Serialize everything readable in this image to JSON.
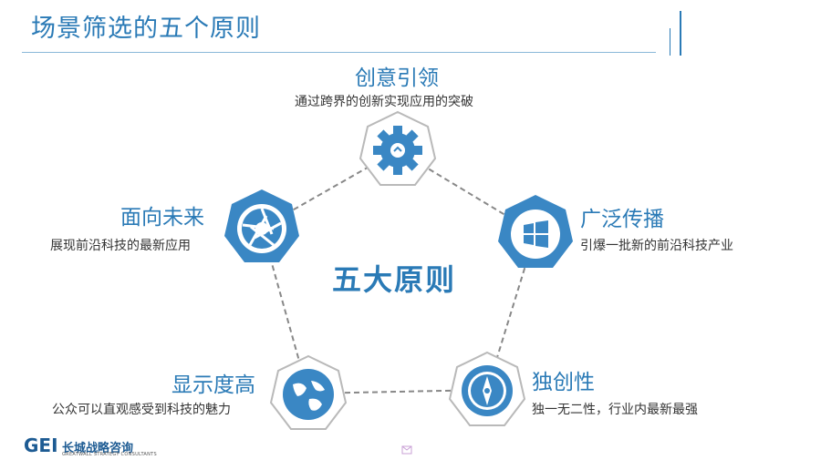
{
  "title": "场景筛选的五个原则",
  "center_label": "五大原则",
  "principles": [
    {
      "title": "创意引领",
      "desc": "通过跨界的创新实现应用的突破"
    },
    {
      "title": "广泛传播",
      "desc": "引爆一批新的前沿科技产业"
    },
    {
      "title": "独创性",
      "desc": "独一无二性，行业内最新最强"
    },
    {
      "title": "显示度高",
      "desc": "公众可以直观感受到科技的魅力"
    },
    {
      "title": "面向未来",
      "desc": "展现前沿科技的最新应用"
    }
  ],
  "footer": {
    "logo_mark": "GEI",
    "logo_name": "长城战略咨询",
    "logo_name_en": "GREATWALL STRATEGY CONSULTANTS"
  },
  "colors": {
    "accent": "#2a7ab6",
    "icon_fill": "#3a87c4",
    "outline": "#b9b9b9"
  },
  "icons": [
    "gear-icon",
    "windows-icon",
    "compass-icon",
    "globe-icon",
    "aperture-icon"
  ]
}
